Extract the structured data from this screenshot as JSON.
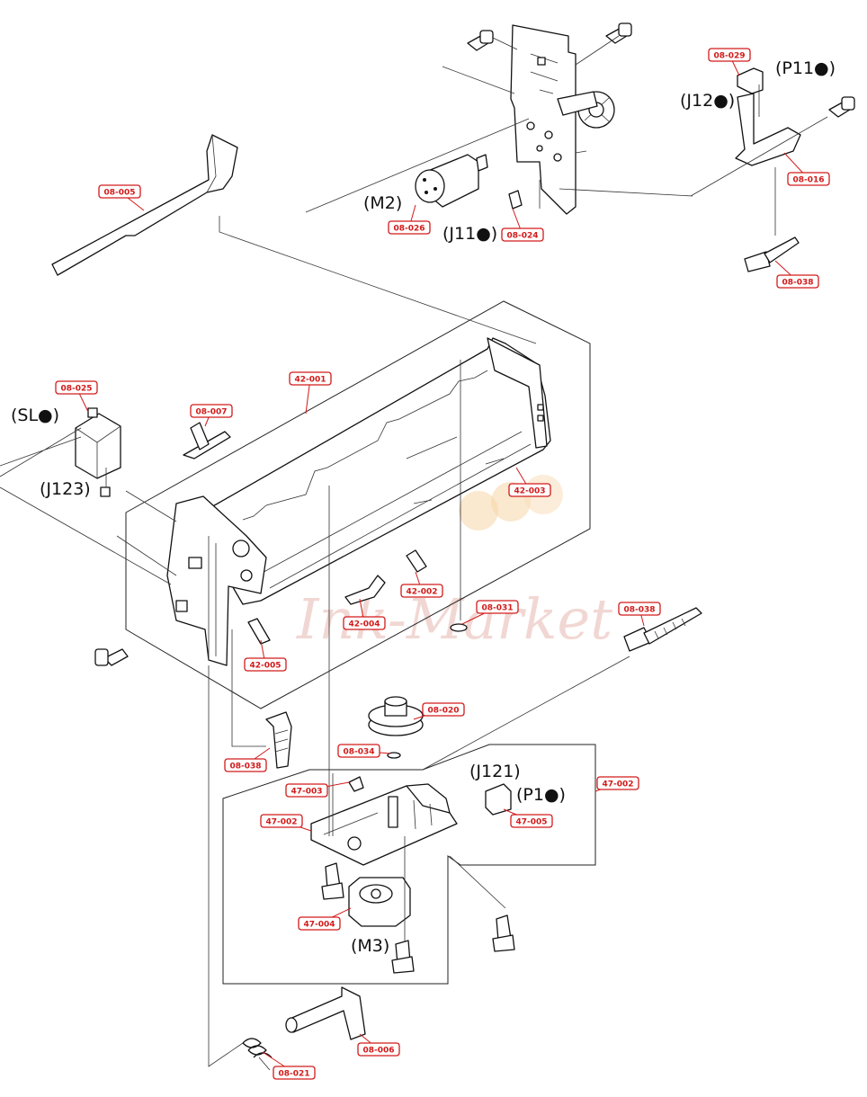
{
  "parts": [
    {
      "id": "08-005"
    },
    {
      "id": "08-026"
    },
    {
      "id": "08-024"
    },
    {
      "id": "08-029"
    },
    {
      "id": "08-016"
    },
    {
      "id": "08-038"
    },
    {
      "id": "08-025"
    },
    {
      "id": "08-007"
    },
    {
      "id": "42-001"
    },
    {
      "id": "42-003"
    },
    {
      "id": "42-002"
    },
    {
      "id": "42-004"
    },
    {
      "id": "42-005"
    },
    {
      "id": "08-031"
    },
    {
      "id": "08-038"
    },
    {
      "id": "08-020"
    },
    {
      "id": "08-034"
    },
    {
      "id": "08-038"
    },
    {
      "id": "47-003"
    },
    {
      "id": "47-002"
    },
    {
      "id": "47-002"
    },
    {
      "id": "47-005"
    },
    {
      "id": "47-004"
    },
    {
      "id": "08-006"
    },
    {
      "id": "08-021"
    }
  ],
  "connectors": [
    {
      "label": "(P11●)"
    },
    {
      "label": "(J12●)"
    },
    {
      "label": "(M2)"
    },
    {
      "label": "(J11●)"
    },
    {
      "label": "(SL●)"
    },
    {
      "label": "(J123)"
    },
    {
      "label": "(J121)"
    },
    {
      "label": "(P1●)"
    },
    {
      "label": "(M3)"
    }
  ],
  "watermark": {
    "text": "Ink-Market"
  },
  "colors": {
    "callout": "#d21a1a",
    "line": "#111111"
  }
}
